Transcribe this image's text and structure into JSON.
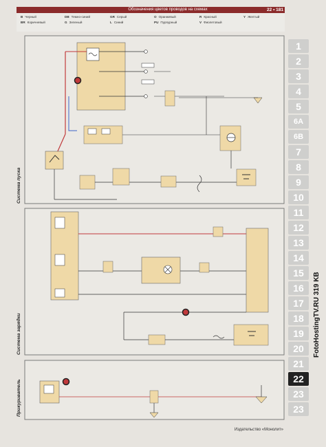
{
  "header": {
    "title": "Обозначения цветов проводов на схемах",
    "page_num": "22 • 181"
  },
  "legend": [
    {
      "code": "B",
      "name": "Черный"
    },
    {
      "code": "BR",
      "name": "Коричневый"
    },
    {
      "code": "DB",
      "name": "Темно-синий"
    },
    {
      "code": "G",
      "name": "Зеленый"
    },
    {
      "code": "GR",
      "name": "Серый"
    },
    {
      "code": "L",
      "name": "Синий"
    },
    {
      "code": "O",
      "name": "Оранжевый"
    },
    {
      "code": "PU",
      "name": "Пурпурный"
    },
    {
      "code": "R",
      "name": "Красный"
    },
    {
      "code": "V",
      "name": "Фиолетовый"
    },
    {
      "code": "Y",
      "name": "Желтый"
    }
  ],
  "tabs": [
    "1",
    "2",
    "3",
    "4",
    "5",
    "6A",
    "6B",
    "7",
    "8",
    "9",
    "10",
    "11",
    "12",
    "13",
    "14",
    "15",
    "16",
    "17",
    "18",
    "19",
    "20",
    "21",
    "22",
    "23",
    "23"
  ],
  "active_tab": "22",
  "sections": {
    "starter": "Система пуска",
    "charging": "Система зарядки",
    "lighter": "Прикуриватель"
  },
  "footer": "Издательство «Монолит»",
  "watermark": "FotoHostingTV.RU 319 KB",
  "colors": {
    "header_red": "#8b2b2b",
    "wire_red": "#c0393b",
    "wire_blue": "#3d63c9",
    "box_fill": "#efd9a7",
    "tab_grey": "#cfcfcd",
    "tab_active": "#222222"
  }
}
